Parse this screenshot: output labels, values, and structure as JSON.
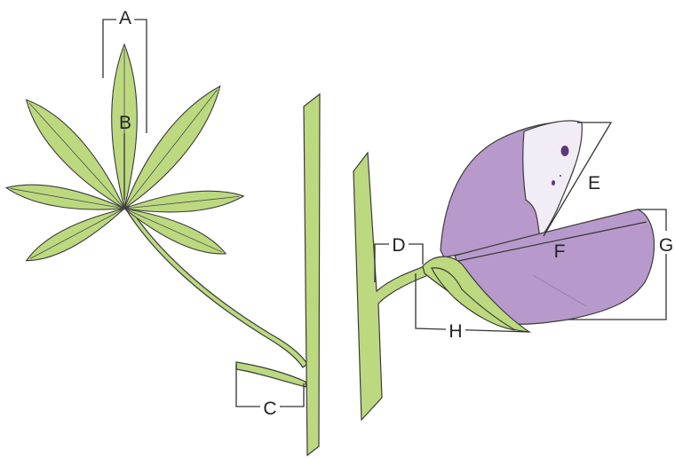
{
  "colors": {
    "plant_green": "#bcd97f",
    "petal_purple": "#b79acb",
    "standard_white": "#f1ecf5",
    "spot_purple": "#5b3a78",
    "line": "#333333"
  },
  "labels": {
    "a": "A",
    "b": "B",
    "c": "C",
    "d": "D",
    "e": "E",
    "f": "F",
    "g": "G",
    "h": "H"
  }
}
